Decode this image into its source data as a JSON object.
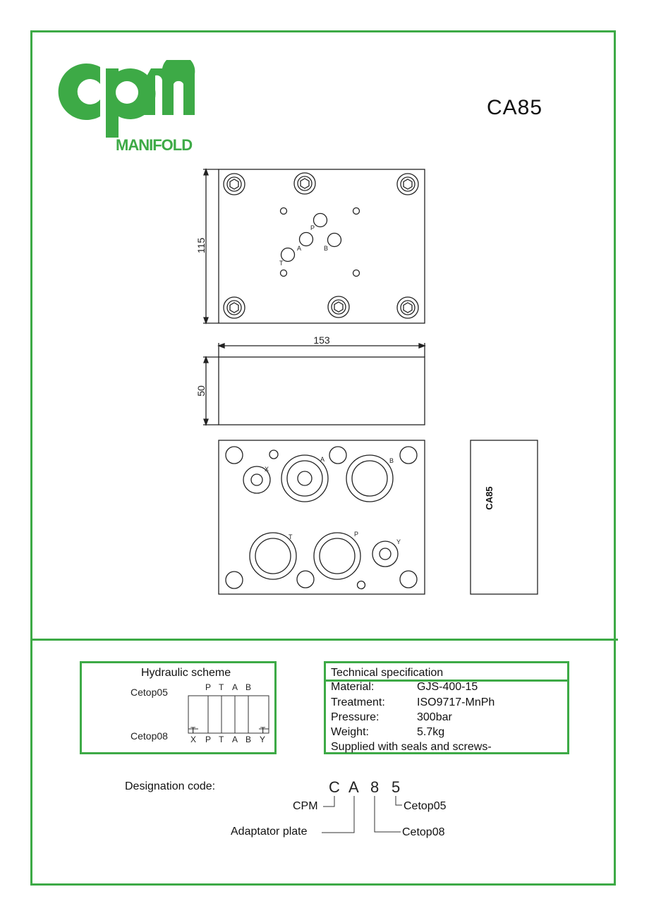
{
  "product_code": "CA85",
  "logo": {
    "brand_letters": "cpm",
    "subtitle": "MANIFOLD",
    "color": "#3daa46"
  },
  "drawing": {
    "top_view": {
      "dimension_height": "115",
      "ports": {
        "p": "P",
        "a": "A",
        "b": "B",
        "t": "T"
      }
    },
    "side_view": {
      "dimension_width": "153",
      "dimension_height": "50"
    },
    "bottom_view": {
      "ports": {
        "x": "X",
        "a": "A",
        "b": "B",
        "t": "T",
        "p": "P",
        "y": "Y"
      }
    },
    "end_label": "CA85"
  },
  "hydraulic_scheme": {
    "title": "Hydraulic scheme",
    "top_label": "Cetop05",
    "bottom_label": "Cetop08",
    "top_ports": [
      "P",
      "T",
      "A",
      "B"
    ],
    "bottom_ports": [
      "X",
      "P",
      "T",
      "A",
      "B",
      "Y"
    ],
    "top_t_markers": [
      "T",
      "T"
    ]
  },
  "technical_specification": {
    "title": "Technical specification",
    "rows": [
      {
        "label": "Material:",
        "value": "GJS-400-15"
      },
      {
        "label": "Treatment:",
        "value": "ISO9717-MnPh"
      },
      {
        "label": "Pressure:",
        "value": "300bar"
      },
      {
        "label": "Weight:",
        "value": "5.7kg"
      }
    ],
    "note": "Supplied with seals and screws-"
  },
  "designation": {
    "label": "Designation code:",
    "letters": [
      "C",
      "A",
      "8",
      "5"
    ],
    "callouts": {
      "cpm": "CPM",
      "adaptor": "Adaptator plate",
      "cetop05": "Cetop05",
      "cetop08": "Cetop08"
    }
  }
}
